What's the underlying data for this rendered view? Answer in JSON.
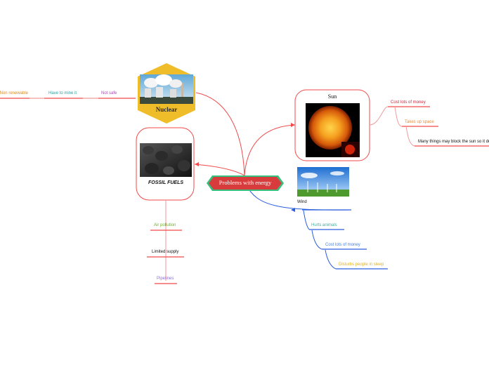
{
  "central": {
    "label": "Problems with energy",
    "fill": "#d83b3b",
    "border": "#37c07d"
  },
  "nuclear": {
    "title": "Nuclear",
    "fill": "#f0bd2a",
    "children": [
      {
        "label": "Not safe",
        "color": "#b048b8"
      },
      {
        "label": "Have to mine it",
        "color": "#2ea0a0"
      },
      {
        "label": "Non renewable",
        "color": "#e08a1e"
      }
    ]
  },
  "sun": {
    "title": "Sun",
    "children": [
      {
        "label": "Cost lots of money",
        "color": "#d1243a"
      },
      {
        "label": "Takes up space",
        "color": "#f08a30"
      },
      {
        "label": "Many things may block the sun so it doesn't work",
        "color": "#111111"
      }
    ]
  },
  "fossil": {
    "title": "FOSSIL FUELS",
    "children": [
      {
        "label": "Air pollution",
        "color": "#6fae2e"
      },
      {
        "label": "Limited supply",
        "color": "#111111"
      },
      {
        "label": "Pipelines",
        "color": "#8a6ee0"
      }
    ]
  },
  "wind": {
    "title": "Wind",
    "children": [
      {
        "label": "Hurts animals",
        "color": "#3fb0a0"
      },
      {
        "label": "Cost lots of money",
        "color": "#4a7ee0"
      },
      {
        "label": "Disturbs people in sleep",
        "color": "#e0b020"
      }
    ]
  },
  "colors": {
    "red_line": "#f04a4a",
    "blue_line": "#2a5ee0",
    "pink_line": "#f09a9a"
  }
}
